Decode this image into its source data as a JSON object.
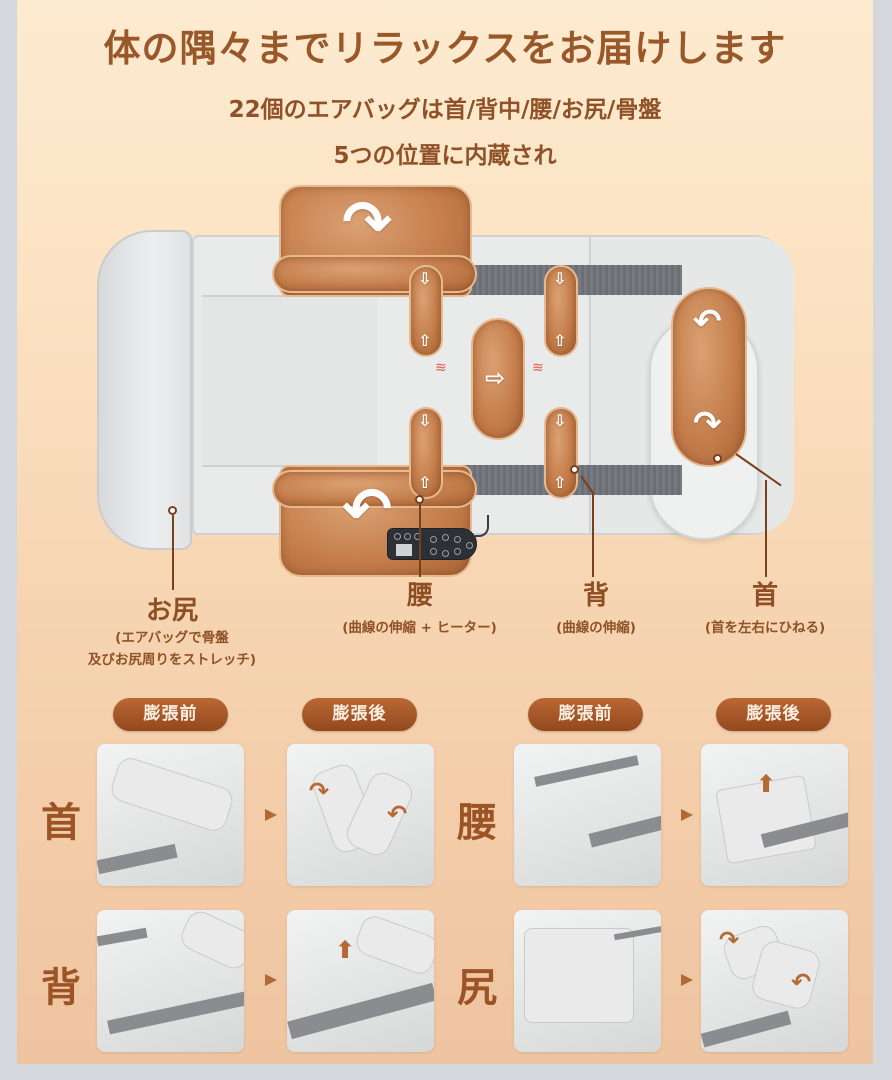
{
  "header": {
    "title": "体の隅々までリラックスをお届けします",
    "subtitle_line1": "22個のエアバッグは首/背中/腰/お尻/骨盤",
    "subtitle_line2": "5つの位置に内蔵され"
  },
  "diagram": {
    "zones": [
      {
        "id": "buttocks",
        "label": "お尻",
        "description_line1": "(エアバッグで骨盤",
        "description_line2": "及びお尻周りをストレッチ)"
      },
      {
        "id": "waist",
        "label": "腰",
        "description": "(曲線の伸縮 + ヒーター)"
      },
      {
        "id": "back",
        "label": "背",
        "description": "(曲線の伸縮)"
      },
      {
        "id": "neck",
        "label": "首",
        "description": "(首を左右にひねる)"
      }
    ],
    "icons": {
      "rotate_cw": "↷",
      "rotate_ccw": "↶",
      "vertical_arrow_down": "⇩",
      "vertical_arrow_up": "⇧",
      "right_arrow": "⇨",
      "heat_waves": "≋",
      "up_arrow": "⬆",
      "next_triangle": "▶"
    },
    "colors": {
      "airbag": "#c57e4c",
      "title_text": "#99582a",
      "pill_bg": "#a3541f",
      "mat": "#e9eaea",
      "stripe": "#6e7176",
      "heat": "#e4564a"
    }
  },
  "comparison": {
    "before_label": "膨張前",
    "after_label": "膨張後",
    "rows": [
      {
        "label": "首",
        "column": "left"
      },
      {
        "label": "腰",
        "column": "right"
      },
      {
        "label": "背",
        "column": "left"
      },
      {
        "label": "尻",
        "column": "right"
      }
    ]
  }
}
